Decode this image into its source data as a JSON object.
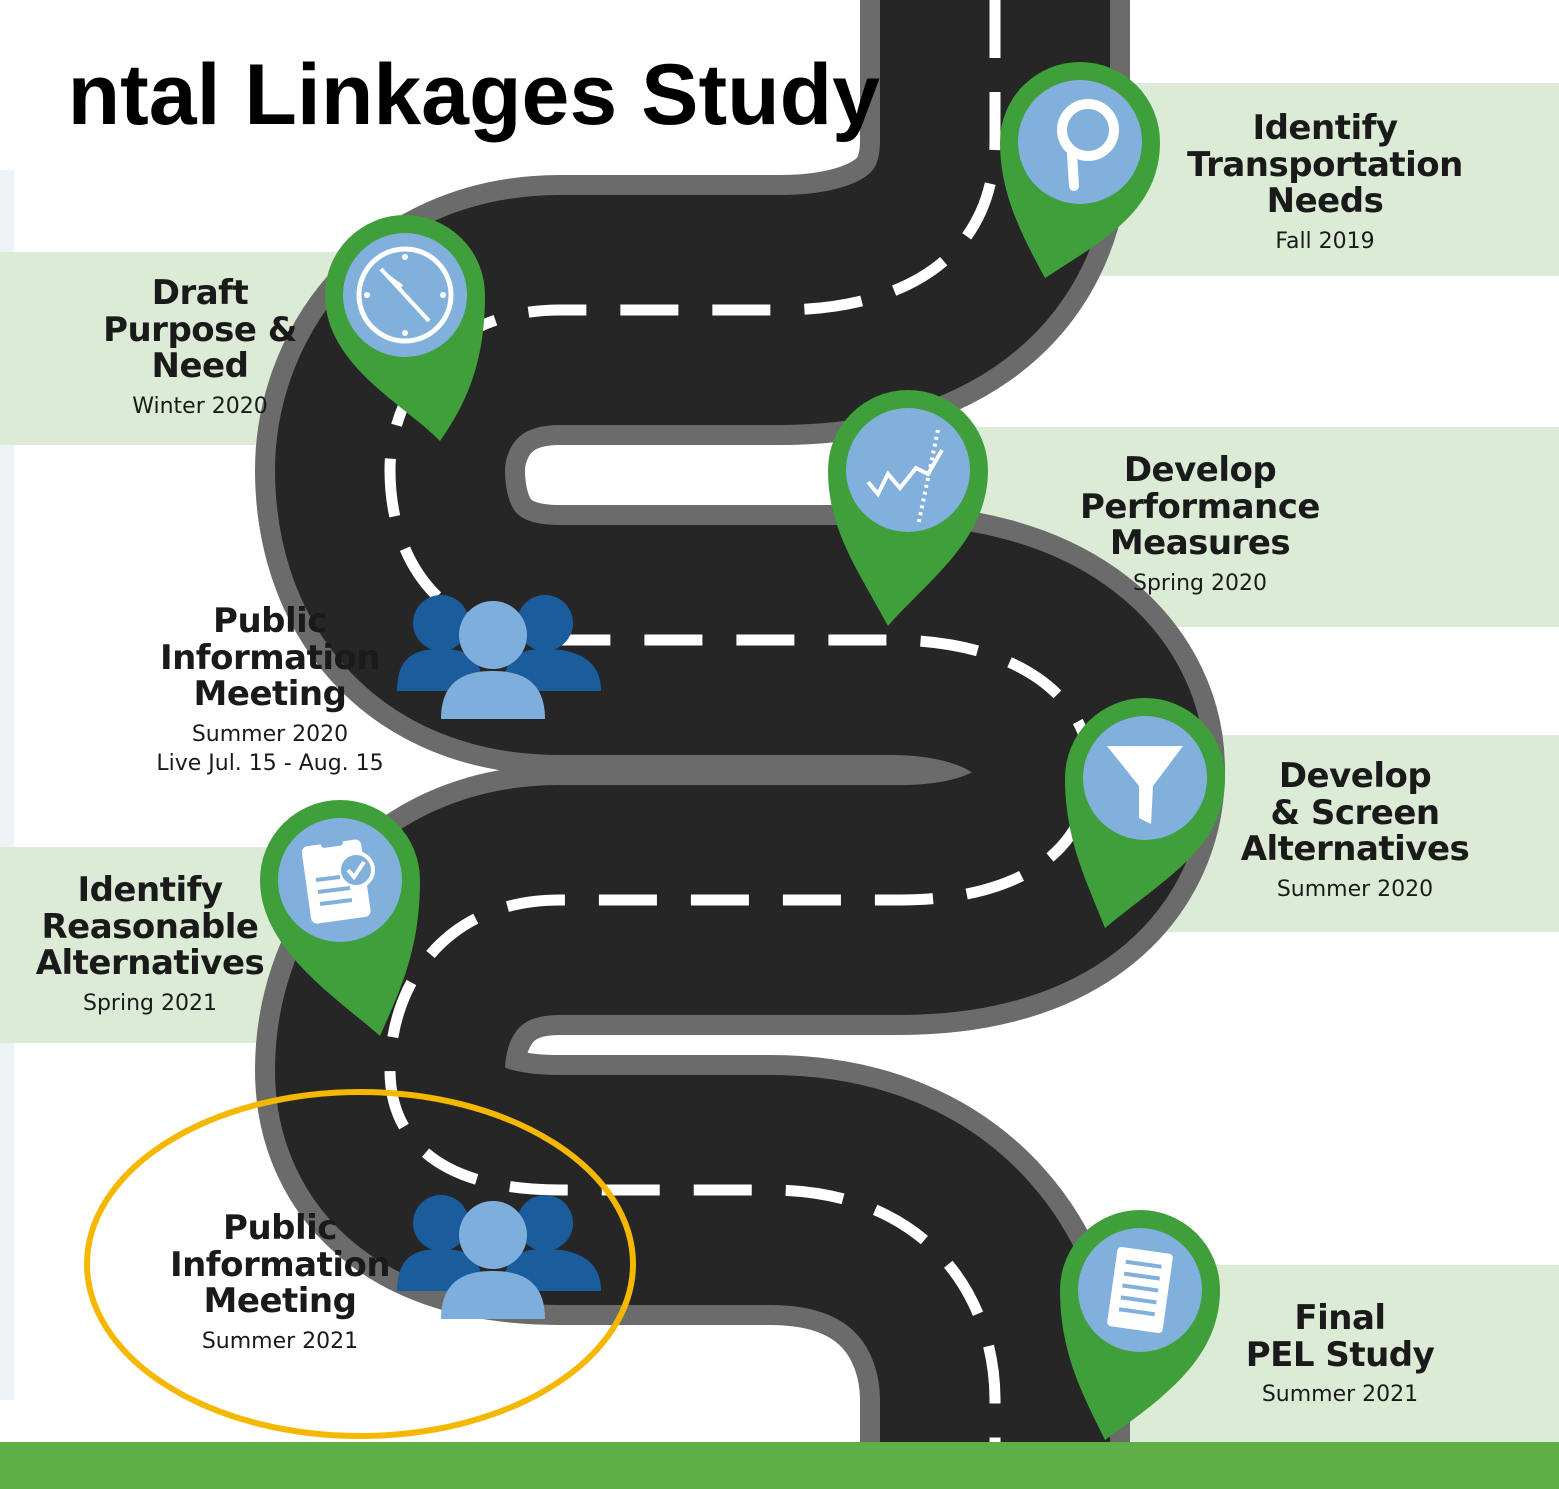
{
  "title": "ntal Linkages Study",
  "milestones": [
    {
      "name": "Identify\nTransportation\nNeeds",
      "date": "Fall 2019",
      "icon": "magnifier-icon"
    },
    {
      "name": "Draft\nPurpose &\nNeed",
      "date": "Winter 2020",
      "icon": "compass-icon"
    },
    {
      "name": "Develop\nPerformance\nMeasures",
      "date": "Spring  2020",
      "icon": "chart-icon"
    },
    {
      "name": "Public\nInformation\nMeeting",
      "date": "Summer 2020\nLive Jul. 15 - Aug. 15",
      "icon": "people-icon"
    },
    {
      "name": "Develop\n& Screen\nAlternatives",
      "date": "Summer 2020",
      "icon": "funnel-icon"
    },
    {
      "name": "Identify\nReasonable\nAlternatives",
      "date": "Spring 2021",
      "icon": "clipboard-icon"
    },
    {
      "name": "Public\nInformation\nMeeting",
      "date": "Summer 2021",
      "icon": "people-icon"
    },
    {
      "name": "Final\nPEL Study",
      "date": "Summer 2021",
      "icon": "document-icon"
    }
  ],
  "colors": {
    "pin": "#3f9f3a",
    "icon_circle": "#82b0dc",
    "road": "#262626",
    "road_edge": "#6b6b6b",
    "band": "#dcebd6",
    "people_dark": "#1a5c9c",
    "people_light": "#7eaedb",
    "highlight": "#f5b800",
    "footer": "#5fae46"
  }
}
